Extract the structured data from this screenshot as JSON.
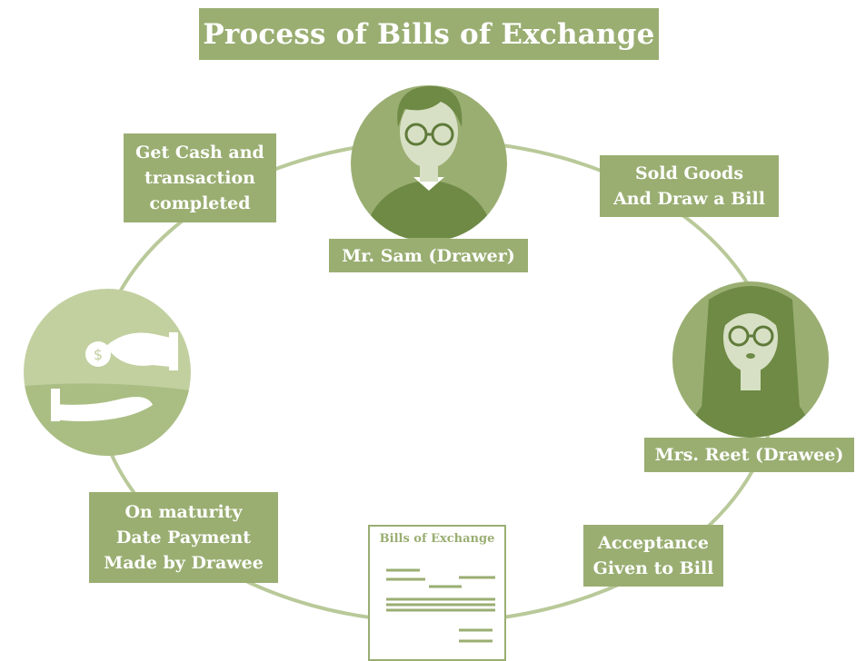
{
  "title": "Process of Bills of Exchange",
  "nodes": {
    "drawer": "Mr. Sam (Drawer)",
    "drawee": "Mrs. Reet (Drawee)",
    "document": "Bills of Exchange"
  },
  "steps": {
    "sold_goods": "Sold Goods\nAnd Draw a Bill",
    "acceptance": "Acceptance\nGiven to Bill",
    "maturity": "On maturity\nDate Payment\nMade by Drawee",
    "get_cash": "Get Cash and\ntransaction\ncompleted"
  },
  "colors": {
    "primary": "#9aae72",
    "light": "#c2d0a0",
    "dark": "#7b9451"
  }
}
